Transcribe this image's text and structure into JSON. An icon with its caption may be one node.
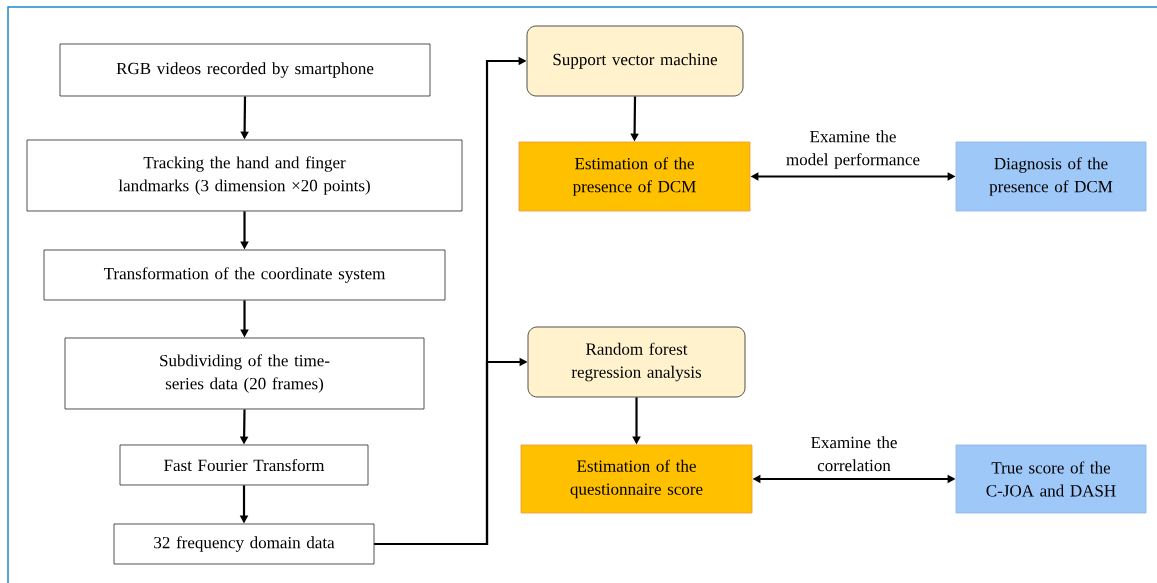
{
  "diagram": {
    "nodes": [
      {
        "text": [
          "RGB videos recorded by smartphone"
        ]
      },
      {
        "text": [
          "Tracking the hand and finger landmarks (3 dimension ×20 points)"
        ]
      },
      {
        "text": [
          "Transformation of the coordinate system"
        ]
      },
      {
        "text": [
          "Subdividing of the time-series data (20 frames)"
        ]
      },
      {
        "text": [
          "Fast Fourier Transform"
        ]
      },
      {
        "text": [
          "32 frequency domain data"
        ]
      },
      {
        "text": [
          "Support vector machine"
        ]
      },
      {
        "text": [
          "Estimation of the presence of DCM"
        ]
      },
      {
        "text": [
          "Diagnosis of the presence of DCM"
        ]
      },
      {
        "text": [
          "Random forest regression analysis"
        ]
      },
      {
        "text": [
          "Estimation of the questionnaire score"
        ]
      },
      {
        "text": [
          "True score of the C-JOA and DASH"
        ]
      }
    ],
    "edges": [
      {
        "from": 0,
        "to": 1,
        "arrow": "to"
      },
      {
        "from": 1,
        "to": 2,
        "arrow": "to"
      },
      {
        "from": 2,
        "to": 3,
        "arrow": "to"
      },
      {
        "from": 3,
        "to": 4,
        "arrow": "to"
      },
      {
        "from": 4,
        "to": 5,
        "arrow": "to"
      },
      {
        "from": 5,
        "to": 6,
        "arrow": "to"
      },
      {
        "from": 5,
        "to": 9,
        "arrow": "to"
      },
      {
        "from": 6,
        "to": 7,
        "arrow": "to"
      },
      {
        "from": 7,
        "to": 8,
        "arrow": "both",
        "label": "Examine the model performance"
      },
      {
        "from": 9,
        "to": 10,
        "arrow": "to"
      },
      {
        "from": 10,
        "to": 11,
        "arrow": "both",
        "label": "Examine the correlation"
      }
    ]
  }
}
